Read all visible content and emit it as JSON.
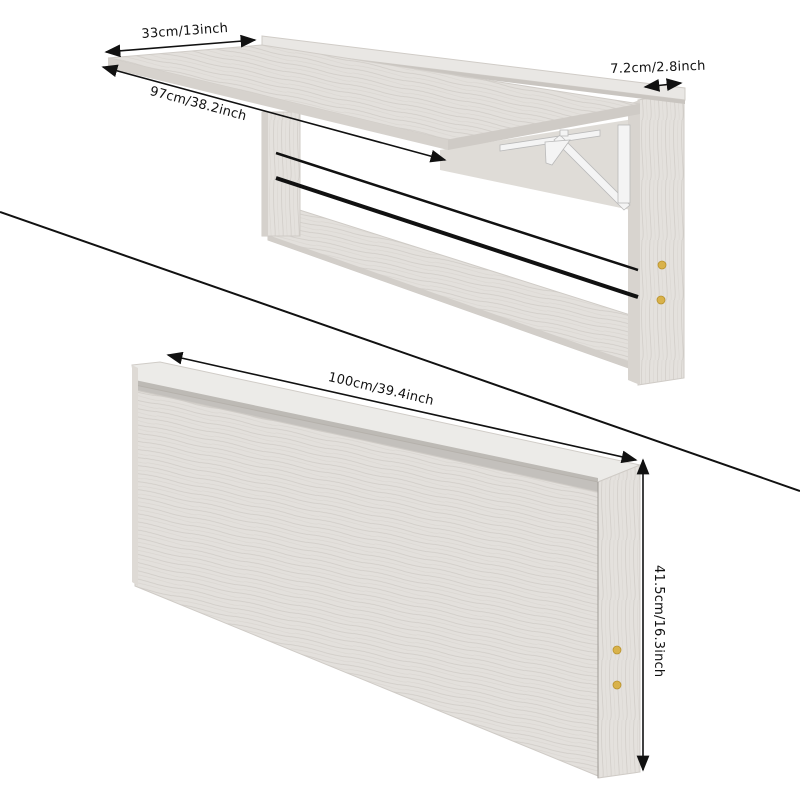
{
  "image": {
    "subject": "wall-mounted fold-down desk",
    "views": [
      "unfolded",
      "folded"
    ],
    "colors": {
      "background": "#ffffff",
      "wood_light": "#e8e6e3",
      "wood_mid": "#d6d3cf",
      "wood_dark": "#bfbbb6",
      "bracket": "#f2f2f2",
      "bar": "#111111",
      "knob": "#d9b24a",
      "line": "#111111"
    }
  },
  "dimensions": {
    "depth": "33cm/13inch",
    "width_open": "97cm/38.2inch",
    "shelf_depth": "7.2cm/2.8inch",
    "width_folded": "100cm/39.4inch",
    "height_folded": "41.5cm/16.3inch"
  }
}
